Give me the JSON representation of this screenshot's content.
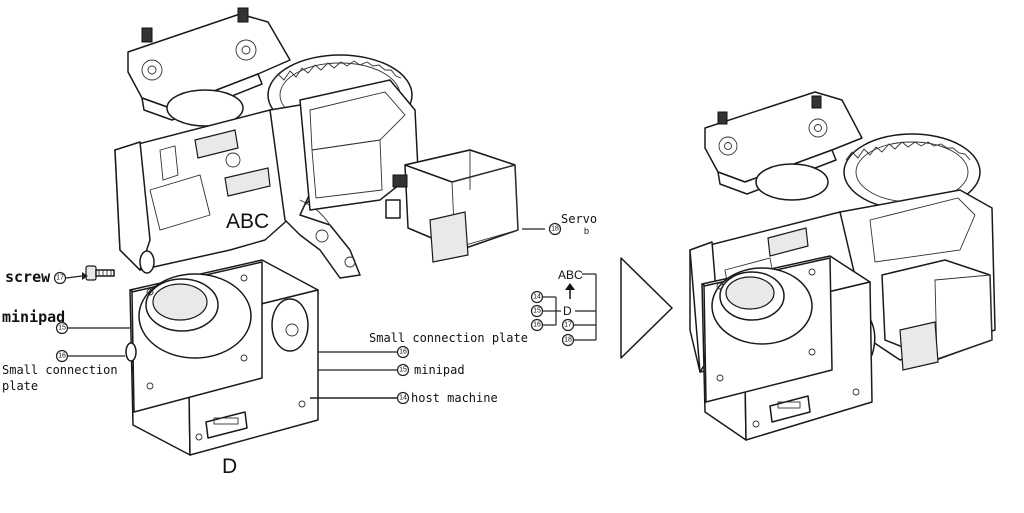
{
  "labels": {
    "abc_left": "ABC",
    "d_left": "D",
    "servo": "Servo",
    "servo_sub": "b",
    "servo_num": "18",
    "screw": "screw",
    "screw_num": "17",
    "minipad_left": "minipad",
    "minipad_left_num": "15",
    "small_plate_left_line1": "Small connection",
    "small_plate_left_line2": "plate",
    "small_plate_left_num": "16",
    "small_plate_right": "Small connection plate",
    "small_plate_right_num": "16",
    "minipad_right": "minipad",
    "minipad_right_num": "15",
    "host_machine": "host machine",
    "host_machine_num": "14"
  },
  "assembly_order": {
    "top": "ABC",
    "d": "D",
    "nums": [
      "14",
      "15",
      "16",
      "17",
      "18"
    ]
  }
}
